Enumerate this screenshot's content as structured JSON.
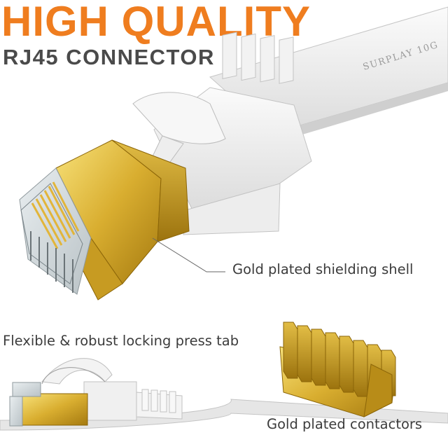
{
  "headline": {
    "title": "HIGH QUALITY",
    "subtitle": "RJ45 CONNECTOR"
  },
  "cable_print": "SURPLAY 10G",
  "callouts": {
    "shielding_shell": "Gold plated shielding shell",
    "locking_tab": "Flexible & robust locking press tab",
    "contactors": "Gold plated contactors"
  },
  "colors": {
    "title": "#ef7d1f",
    "subtitle": "#4a4a4a",
    "gold": "#d8b23a",
    "cable": "#e8e8e8"
  }
}
